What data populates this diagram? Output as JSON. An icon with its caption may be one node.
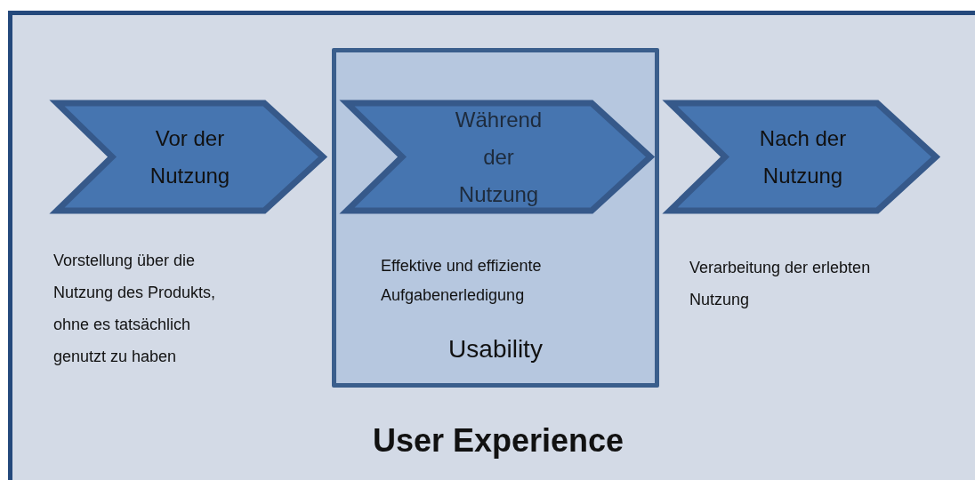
{
  "diagram": {
    "nodes": [
      {
        "text": [
          "User Experience"
        ]
      },
      {
        "text": [
          "Vor der Nutzung"
        ],
        "in": 0,
        "beside": [
          "Vorstellung über die Nutzung des Produkts, ohne es tatsächlich genutzt zu haben"
        ]
      },
      {
        "text": [
          "Effektive und effiziente Aufgabenerledigung",
          "Usability"
        ],
        "in": 0
      },
      {
        "text": [
          "Während der Nutzung"
        ],
        "in": 2
      },
      {
        "text": [
          "Nach der Nutzung"
        ],
        "in": 0,
        "beside": [
          "Verarbeitung der erlebten Nutzung"
        ]
      }
    ]
  }
}
